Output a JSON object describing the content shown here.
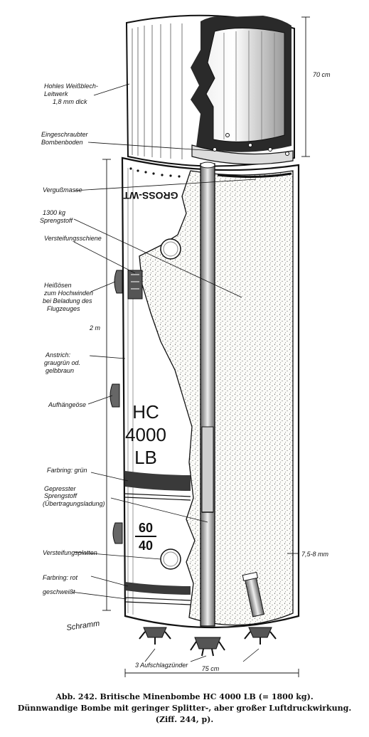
{
  "labels": {
    "tail": [
      "Hohles Weißblech-",
      "Leitwerk",
      "1,8 mm dick"
    ],
    "bottom_plate": [
      "Eingeschraubter",
      "Bombenboden"
    ],
    "potting": "Vergußmasse",
    "explosive": [
      "1300 kg",
      "Sprengstoff"
    ],
    "rail": "Versteifungsschiene",
    "hoist": [
      "Heißösen",
      "zum Hochwinden",
      "bei Beladung des",
      "Flugzeuges"
    ],
    "paint": [
      "Anstrich:",
      "graugrün od.",
      "gelbbraun"
    ],
    "lug": "Aufhängeöse",
    "band_green": "Farbring: grün",
    "booster": [
      "Gepresster",
      "Sprengstoff",
      "(Übertragungsladung)"
    ],
    "plates": "Versteifungsplatten",
    "band_red": "Farbring: rot",
    "welded": "geschweißt",
    "fuzes": "3 Aufschlagzünder",
    "wall": "7,5-8 mm"
  },
  "dimensions": {
    "tail_height": "70 cm",
    "length": "2 m",
    "diameter": "75 cm"
  },
  "markings": {
    "stencil": "GROSS-WT",
    "type_lines": [
      "HC",
      "4000",
      "LB"
    ],
    "ratio_top": "60",
    "ratio_bottom": "40"
  },
  "signature": "Schramm",
  "caption": {
    "line1": "Abb. 242. Britische Minenbombe HC 4000 LB (= 1800 kg).",
    "line2": "Dünnwandige Bombe mit geringer Splitter-, aber großer Luftdruckwirkung.",
    "line3": "(Ziff. 244, p)."
  }
}
